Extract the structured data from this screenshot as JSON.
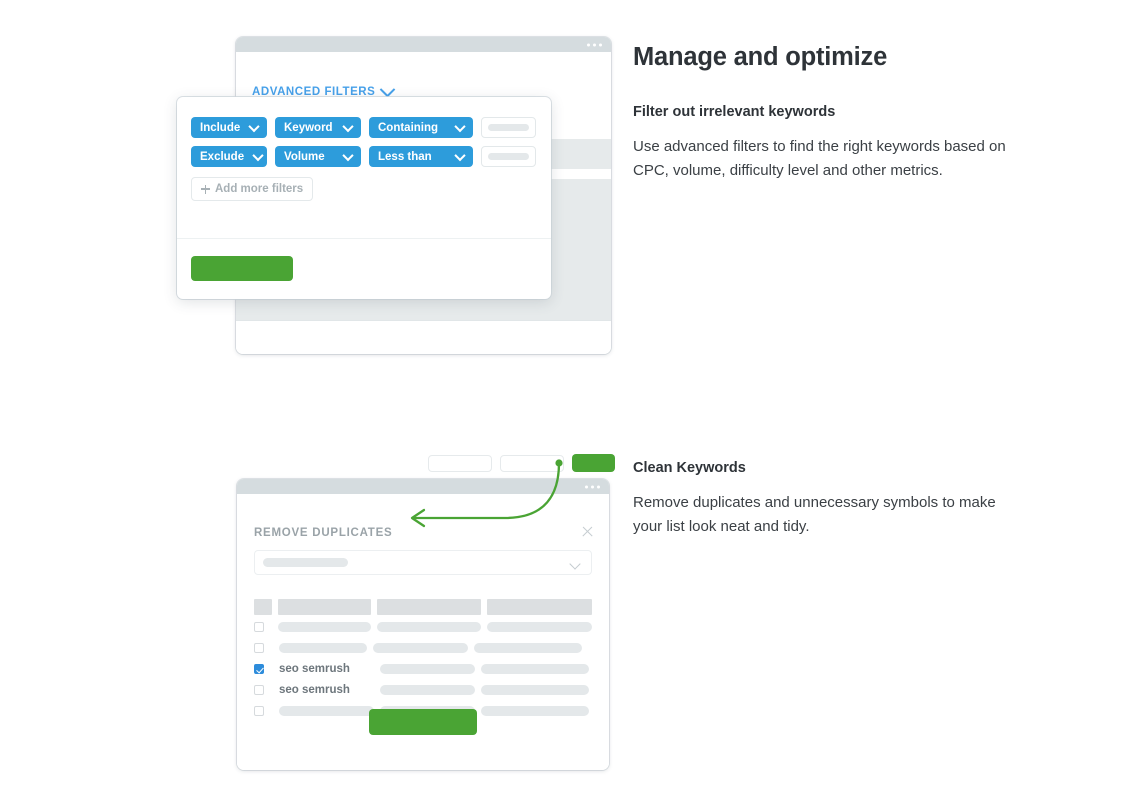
{
  "sections": [
    {
      "heading": "Manage and optimize",
      "subheading": "Filter out irrelevant keywords",
      "body": "Use advanced filters to find the right keywords based on CPC, volume, difficulty level and other metrics."
    },
    {
      "heading": "",
      "subheading": "Clean Keywords",
      "body": "Remove duplicates and unnecessary symbols to make your list look neat and tidy."
    }
  ],
  "filters_mock": {
    "advanced_filters_label": "ADVANCED FILTERS",
    "rows": [
      {
        "operator": "Include",
        "field": "Keyword",
        "condition": "Containing",
        "value": ""
      },
      {
        "operator": "Exclude",
        "field": "Volume",
        "condition": "Less than",
        "value": ""
      }
    ],
    "add_more_label": "Add more filters",
    "apply_label": ""
  },
  "dedupe_mock": {
    "title": "REMOVE DUPLICATES",
    "select_value": "",
    "table": {
      "headers": [
        "",
        "",
        "",
        ""
      ],
      "rows": [
        {
          "checked": false,
          "keyword": ""
        },
        {
          "checked": false,
          "keyword": ""
        },
        {
          "checked": true,
          "keyword": "seo semrush"
        },
        {
          "checked": false,
          "keyword": "seo semrush"
        },
        {
          "checked": false,
          "keyword": ""
        }
      ]
    },
    "submit_label": "",
    "toolbar": {
      "input_one": "",
      "input_two": "",
      "action_label": ""
    }
  },
  "colors": {
    "accent_blue": "#2d9cdb",
    "accent_green": "#4aa434",
    "link_blue": "#47a1ea",
    "skeleton_gray": "#e4e8ea",
    "chrome_gray": "#d5dcdf",
    "heading_text": "#2e3338"
  }
}
